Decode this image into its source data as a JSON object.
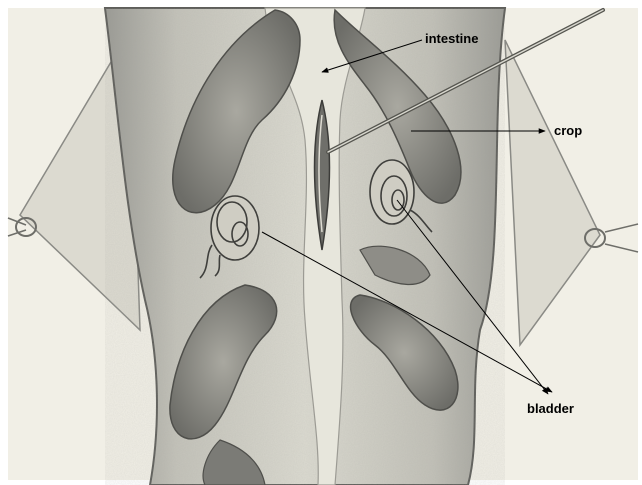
{
  "labels": {
    "intestine": "intestine",
    "crop": "crop",
    "bladder": "bladder"
  },
  "colors": {
    "paper": "#f1efe6",
    "pencil_dark": "#5e5e5a",
    "pencil_mid": "#8f8f8a",
    "pencil_light": "#b9b8b0",
    "pointer": "#000000"
  }
}
